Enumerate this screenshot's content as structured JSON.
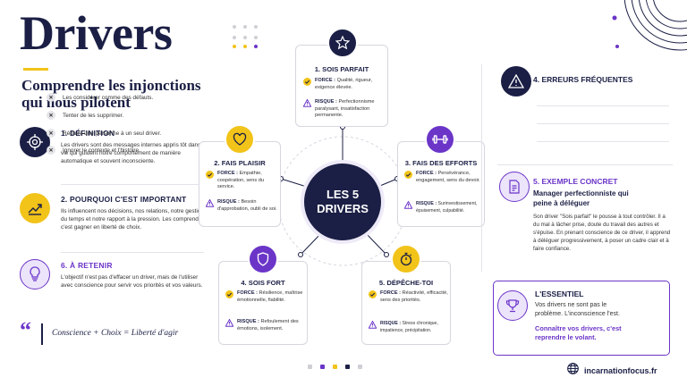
{
  "header": {
    "title": "Drivers",
    "subtitle": "Comprendre les injonctions qui nous pilotent"
  },
  "left": {
    "definition": {
      "heading": "1. DÉFINITION",
      "text": "Les drivers sont des messages internes appris tôt dans la vie qui guident notre comportement de manière automatique et souvent inconsciente."
    },
    "importance": {
      "heading": "2. POURQUOI C'EST IMPORTANT",
      "text": "Ils influencent nos décisions, nos relations, notre gestion du temps et notre rapport à la pression. Les comprendre, c'est gagner en liberté de choix."
    },
    "retenir": {
      "heading": "6. À RETENIR",
      "text": "L'objectif n'est pas d'effacer un driver, mais de l'utiliser avec conscience pour servir vos priorités et vos valeurs."
    },
    "quote": "Conscience + Choix = Liberté d'agir"
  },
  "center": {
    "line1": "LES 5",
    "line2": "DRIVERS"
  },
  "drivers": [
    {
      "title": "1. SOIS PARFAIT",
      "icon": "star-icon",
      "force_label": "FORCE",
      "force": "Qualité, rigueur, exigence élevée.",
      "risque_label": "RISQUE",
      "risque": "Perfectionnisme paralysant, insatisfaction permanente."
    },
    {
      "title": "2. FAIS PLAISIR",
      "icon": "heart-icon",
      "force_label": "FORCE",
      "force": "Empathie, coopération, sens du service.",
      "risque_label": "RISQUE",
      "risque": "Besoin d'approbation, oubli de soi."
    },
    {
      "title": "3. FAIS DES EFFORTS",
      "icon": "dumbbell-icon",
      "force_label": "FORCE",
      "force": "Persévérance, engagement, sens du devoir.",
      "risque_label": "RISQUE",
      "risque": "Surinvestissement, épuisement, culpabilité."
    },
    {
      "title": "4. SOIS FORT",
      "icon": "shield-icon",
      "force_label": "FORCE",
      "force": "Résilience, maîtrise émotionnelle, fiabilité.",
      "risque_label": "RISQUE",
      "risque": "Refoulement des émotions, isolement."
    },
    {
      "title": "5. DÉPÊCHE-TOI",
      "icon": "stopwatch-icon",
      "force_label": "FORCE",
      "force": "Réactivité, efficacité, sens des priorités.",
      "risque_label": "RISQUE",
      "risque": "Stress chronique, impatience, précipitation."
    }
  ],
  "right": {
    "errors": {
      "heading": "4. ERREURS FRÉQUENTES",
      "items": [
        "Les considérer comme des défauts.",
        "Tenter de les supprimer.",
        "Réduire une personne à un seul driver.",
        "Ignorer le contexte et l'histoire."
      ]
    },
    "example": {
      "heading": "5. EXEMPLE CONCRET",
      "subheading": "Manager perfectionniste qui peine à déléguer",
      "text": "Son driver \"Sois parfait\" le pousse à tout contrôler. Il a du mal à lâcher prise, doute du travail des autres et s'épuise. En prenant conscience de ce driver, il apprend à déléguer progressivement, à poser un cadre clair et à faire confiance."
    },
    "essential": {
      "heading": "L'ESSENTIEL",
      "text": "Vos drivers ne sont pas le problème. L'inconscience l'est.",
      "highlight": "Connaître vos drivers, c'est reprendre le volant."
    }
  },
  "footer": {
    "site": "incarnationfocus.fr"
  },
  "colors": {
    "navy": "#1b1f45",
    "yellow": "#f2c319",
    "purple": "#6b35c8"
  }
}
